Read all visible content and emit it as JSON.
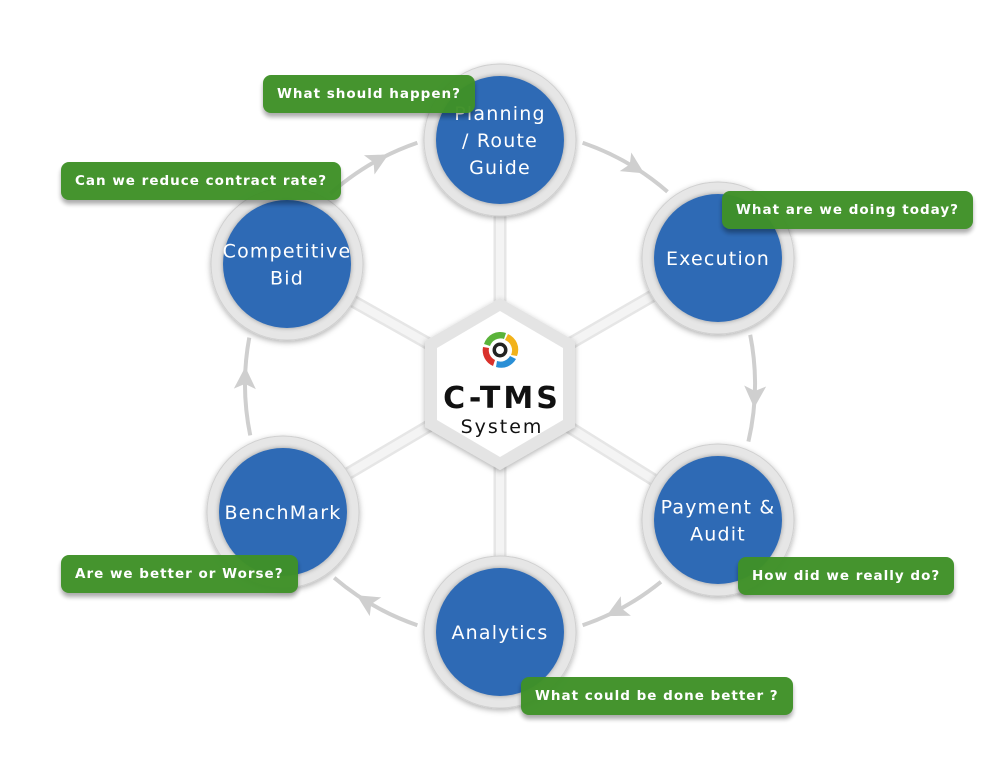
{
  "diagram": {
    "center": {
      "title": "C-TMS",
      "subtitle": "System",
      "logo_icon": "swirl-logo-icon"
    },
    "colors": {
      "node_fill": "#2f6bb5",
      "node_ring": "#e6e6e6",
      "callout": "#3f9128",
      "connector": "#cfcfcf"
    },
    "nodes": [
      {
        "id": "planning",
        "lines": [
          "Planning",
          "/ Route",
          "Guide"
        ],
        "question": "What should happen?"
      },
      {
        "id": "execution",
        "lines": [
          "Execution"
        ],
        "question": "What are we doing today?"
      },
      {
        "id": "payment",
        "lines": [
          "Payment &",
          "Audit"
        ],
        "question": "How did we really do?"
      },
      {
        "id": "analytics",
        "lines": [
          "Analytics"
        ],
        "question": "What could be done better ?"
      },
      {
        "id": "benchmark",
        "lines": [
          "BenchMark"
        ],
        "question": "Are we better or Worse?"
      },
      {
        "id": "competitive-bid",
        "lines": [
          "Competitive",
          "Bid"
        ],
        "question": "Can we reduce contract rate?"
      }
    ]
  }
}
